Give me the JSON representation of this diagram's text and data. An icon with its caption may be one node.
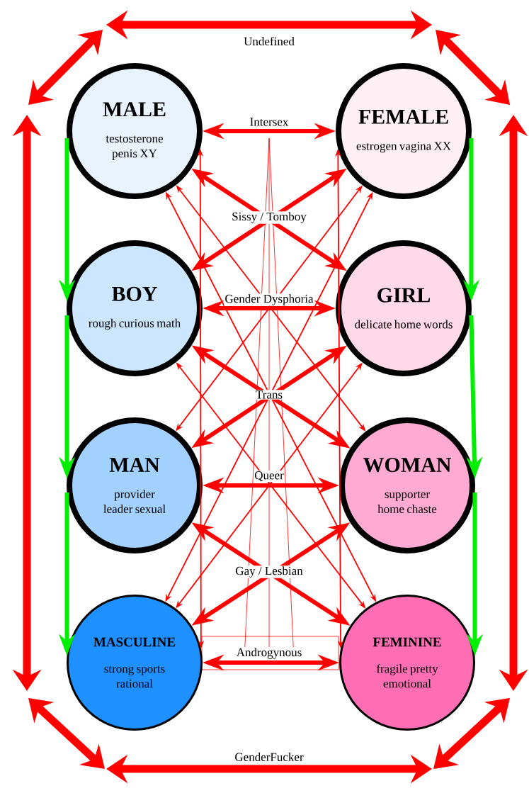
{
  "diagram": {
    "nodes": [
      {
        "text": [
          "MALE",
          "testosterone penis XY"
        ]
      },
      {
        "text": [
          "FEMALE",
          "estrogen vagina XX"
        ]
      },
      {
        "text": [
          "BOY",
          "rough curious math"
        ]
      },
      {
        "text": [
          "GIRL",
          "delicate home words"
        ]
      },
      {
        "text": [
          "MAN",
          "provider leader sexual"
        ]
      },
      {
        "text": [
          "WOMAN",
          "supporter home chaste"
        ]
      },
      {
        "text": [
          "MASCULINE",
          "strong sports rational"
        ]
      },
      {
        "text": [
          "FEMININE",
          "fragile pretty emotional"
        ]
      }
    ],
    "edges": [
      {
        "from": 0,
        "to": 1,
        "arrow": "both",
        "label": "Intersex"
      },
      {
        "from": 0,
        "to": 3,
        "arrow": "both",
        "label": "Sissy / Tomboy"
      },
      {
        "from": 1,
        "to": 2,
        "arrow": "both"
      },
      {
        "from": 0,
        "to": 5,
        "arrow": "both"
      },
      {
        "from": 1,
        "to": 4,
        "arrow": "both"
      },
      {
        "from": 0,
        "to": 7,
        "arrow": "both"
      },
      {
        "from": 1,
        "to": 6,
        "arrow": "both"
      },
      {
        "from": 0,
        "to": 6,
        "arrow": "both"
      },
      {
        "from": 1,
        "to": 7,
        "arrow": "both"
      },
      {
        "from": 2,
        "to": 3,
        "arrow": "both",
        "label": "Gender Dysphoria"
      },
      {
        "from": 2,
        "to": 5,
        "arrow": "both",
        "label": "Trans"
      },
      {
        "from": 3,
        "to": 4,
        "arrow": "both"
      },
      {
        "from": 2,
        "to": 7,
        "arrow": "both"
      },
      {
        "from": 3,
        "to": 6,
        "arrow": "both"
      },
      {
        "from": 4,
        "to": 5,
        "arrow": "both",
        "label": "Queer"
      },
      {
        "from": 4,
        "to": 7,
        "arrow": "both",
        "label": "Gay / Lesbian"
      },
      {
        "from": 5,
        "to": 6,
        "arrow": "both"
      },
      {
        "from": 6,
        "to": 7,
        "arrow": "both",
        "label": "Androgynous"
      },
      {
        "from": 0,
        "to": 2,
        "arrow": "to",
        "color": "#00ee00"
      },
      {
        "from": 2,
        "to": 4,
        "arrow": "to",
        "color": "#00ee00"
      },
      {
        "from": 4,
        "to": 6,
        "arrow": "to",
        "color": "#00ee00"
      },
      {
        "from": 1,
        "to": 3,
        "arrow": "to",
        "color": "#00ee00"
      },
      {
        "from": 3,
        "to": 5,
        "arrow": "to",
        "color": "#00ee00"
      },
      {
        "from": 5,
        "to": 7,
        "arrow": "to",
        "color": "#00ee00"
      }
    ],
    "labels": [
      "Undefined",
      "GenderFucker"
    ]
  }
}
